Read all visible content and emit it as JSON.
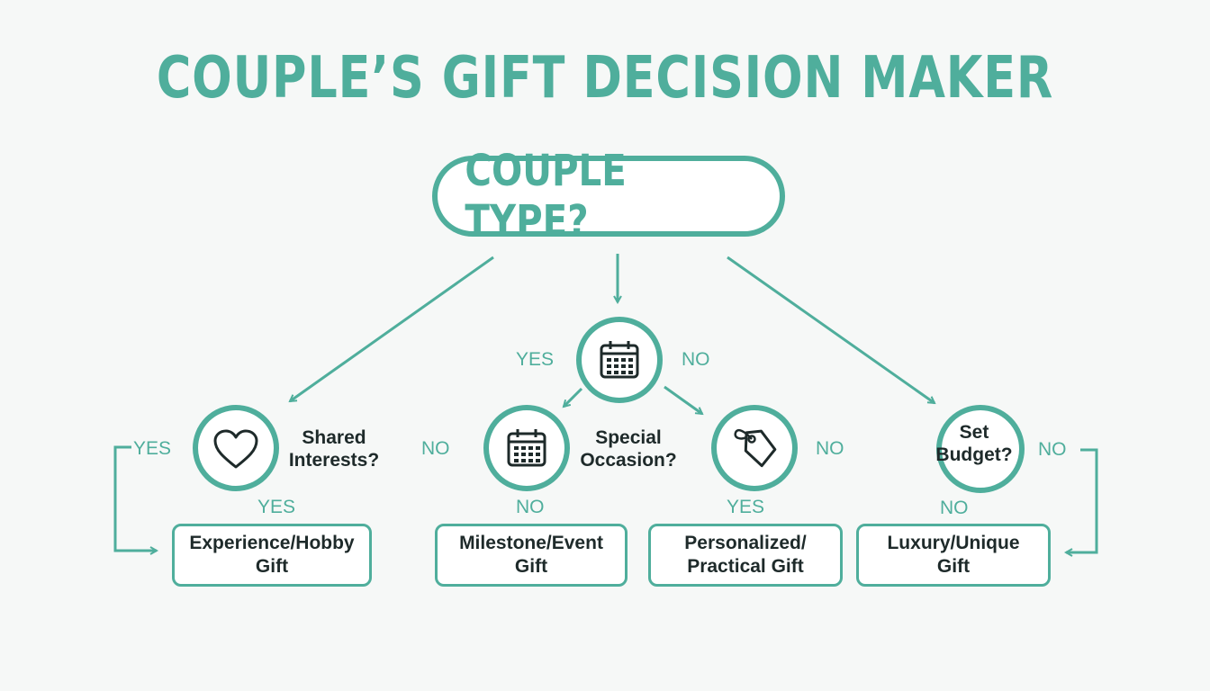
{
  "title": "COUPLE’S GIFT DECISION MAKER",
  "root": {
    "label": "COUPLE TYPE?"
  },
  "questions": {
    "shared_interests": "Shared\nInterests?",
    "special_occasion": "Special\nOccasion?",
    "set_budget": "Set\nBudget?"
  },
  "edge_labels": {
    "top_yes": "YES",
    "top_no": "NO",
    "left_yes": "YES",
    "heart_yes": "YES",
    "mid_no_left": "NO",
    "calendar_no": "NO",
    "tag_yes": "YES",
    "tag_no": "NO",
    "budget_no_below": "NO",
    "budget_no_right": "NO"
  },
  "outcomes": [
    "Experience/Hobby\nGift",
    "Milestone/Event\nGift",
    "Personalized/\nPractical Gift",
    "Luxury/Unique\nGift"
  ],
  "icons": [
    "calendar-icon",
    "heart-icon",
    "calendar-icon",
    "tag-icon"
  ],
  "colors": {
    "accent": "#4fae9c",
    "text": "#1e2a2a",
    "background": "#f6f8f7"
  }
}
